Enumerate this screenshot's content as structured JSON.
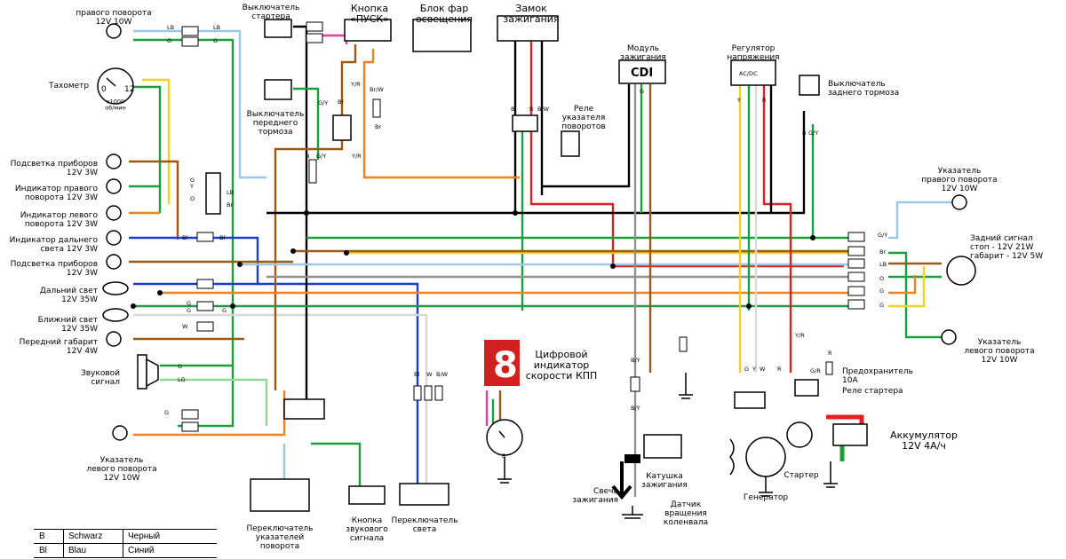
{
  "labels": {
    "right_turn_top": "правого поворота\n12V 10W",
    "starter_switch": "Выключатель\nстартера",
    "start_button": "Кнопка\n«ПУСК»",
    "light_switch_top": "Блок фар\nосвещения",
    "ignition_block": "Замок\nзажигания",
    "cdi_module": "Модуль\nзажигания",
    "cdi_box": "CDI",
    "regulator": "Регулятор\nнапряжения",
    "regulator_box": "AC/DC",
    "rear_brake": "Выключатель\nзаднего тормоза",
    "tachometer": "Тахометр",
    "tach_scale": "x1000\nоб/мин",
    "tach_0": "0",
    "tach_12": "12",
    "front_brake": "Выключатель\nпереднего\nтормоза",
    "turn_relay": "Реле\nуказателя\nповоротов",
    "dash_light1": "Подсветка приборов\n12V 3W",
    "right_ind": "Индикатор правого\nповорота 12V 3W",
    "left_ind": "Индикатор левого\nповорота 12V 3W",
    "high_ind": "Индикатор дальнего\nсвета 12V 3W",
    "dash_light2": "Подсветка приборов\n12V 3W",
    "high_beam": "Дальний свет\n12V 35W",
    "low_beam": "Ближний свет\n12V 35W",
    "front_pos": "Передний габарит\n12V 4W",
    "horn": "Звуковой\nсигнал",
    "left_turn_front": "Указатель\nлевого поворота\n12V 10W",
    "gear_indicator": "Цифровой\nиндикатор\nскорости КПП",
    "spark_plug": "Свеча\nзажигания",
    "ign_coil": "Катушка\nзажигания",
    "crank_sensor": "Датчик\nвращения\nколенвала",
    "generator": "Генератор",
    "starter": "Стартер",
    "fuse": "Предохранитель\n10А",
    "starter_relay": "Реле стартера",
    "battery": "Аккумулятор\n12V 4А/ч",
    "right_turn_rear": "Указатель\nправого поворота\n12V 10W",
    "tail_light": "Задний сигнал\nстоп   -   12V 21W\nгабарит - 12V 5W",
    "left_turn_rear": "Указатель\nлевого поворота\n12V 10W",
    "turn_switch": "Переключатель\nуказателей\nповорота",
    "horn_button": "Кнопка\nзвукового\nсигнала",
    "light_switch": "Переключатель\nсвета"
  },
  "wire_codes": [
    "LB",
    "G",
    "LB",
    "G",
    "G/Y",
    "Y/R",
    "Br",
    "Br/W",
    "Br",
    "Y/R",
    "B",
    "G/Y",
    "G",
    "Y",
    "LB",
    "O",
    "Br",
    "Bl",
    "Bl",
    "G",
    "G",
    "W",
    "G",
    "G",
    "LG",
    "G",
    "Bl",
    "W",
    "B/W",
    "B",
    "R",
    "B/W",
    "G",
    "Y",
    "R",
    "B",
    "G/Y",
    "G/Y",
    "Br",
    "LB",
    "O",
    "G",
    "G",
    "B/Y",
    "B/Y",
    "G",
    "Y",
    "W",
    "R",
    "Y/R",
    "G/R",
    "R",
    "B"
  ],
  "legend": [
    {
      "code": "B",
      "de": "Schwarz",
      "ru": "Черный"
    },
    {
      "code": "Bl",
      "de": "Blau",
      "ru": "Синий"
    }
  ],
  "colors": {
    "black": "#000000",
    "blue": "#1a3cc8",
    "light_blue": "#9ec8e8",
    "green": "#1aa03a",
    "yellow": "#f3d21a",
    "brown": "#9a5a17",
    "orange": "#f08020",
    "red": "#e02020",
    "white": "#d8d8d8",
    "gray": "#909090",
    "pink": "#e040a0",
    "light_green": "#90d890"
  }
}
